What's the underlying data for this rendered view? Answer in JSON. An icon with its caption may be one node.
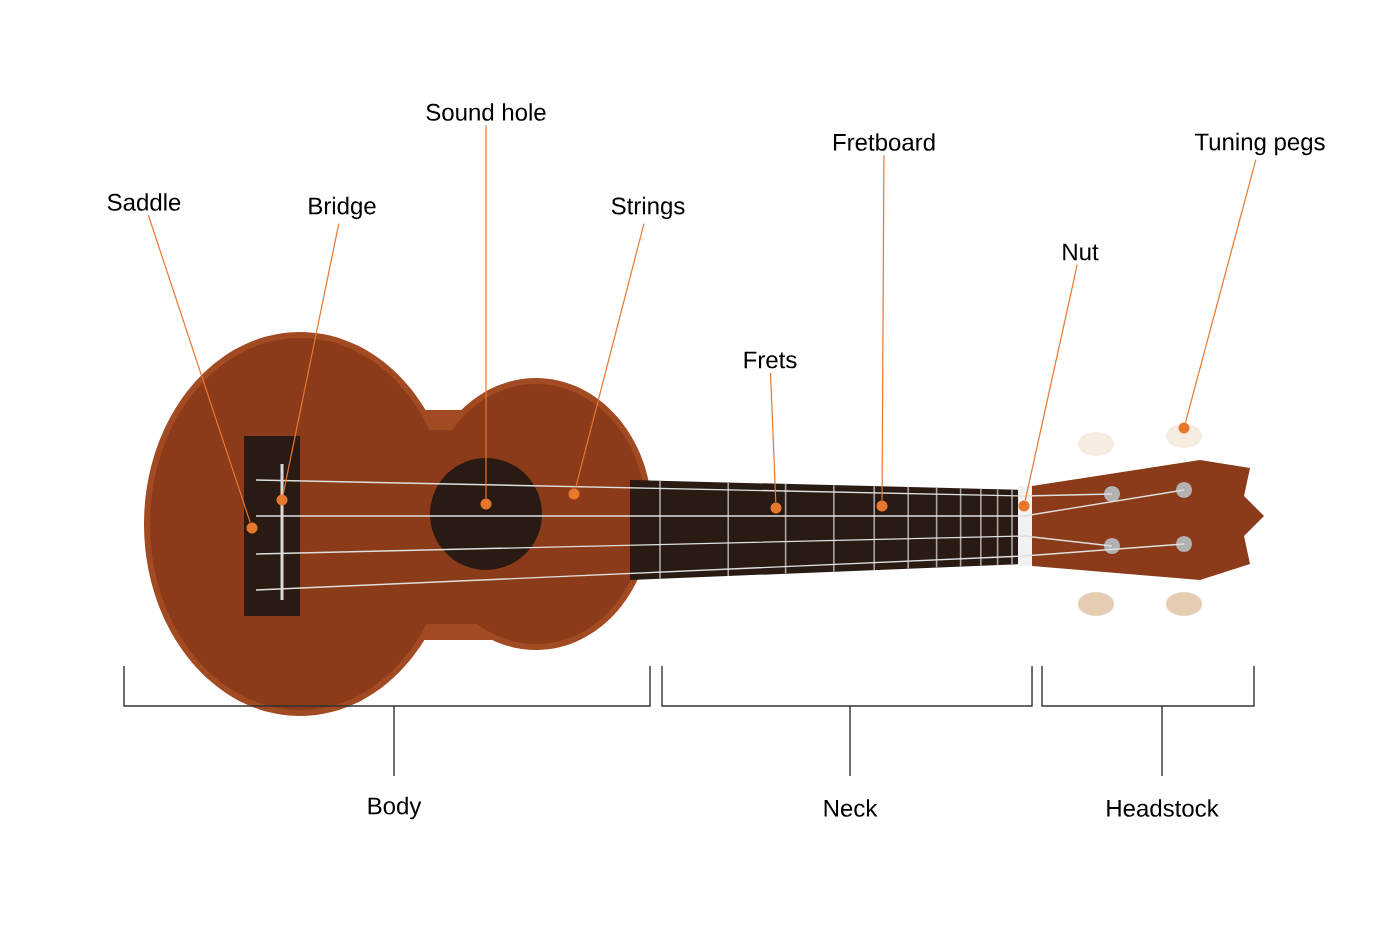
{
  "diagram": {
    "nodes": [
      {
        "text": [
          "Sound hole"
        ]
      },
      {
        "text": [
          "Fretboard"
        ]
      },
      {
        "text": [
          "Tuning pegs"
        ]
      },
      {
        "text": [
          "Saddle"
        ]
      },
      {
        "text": [
          "Bridge"
        ]
      },
      {
        "text": [
          "Strings"
        ]
      },
      {
        "text": [
          "Nut"
        ]
      },
      {
        "text": [
          "Frets"
        ]
      },
      {
        "text": [],
        "shape": "circle"
      },
      {
        "text": [],
        "shape": "circle"
      },
      {
        "text": [],
        "shape": "circle"
      },
      {
        "text": [],
        "shape": "circle"
      },
      {
        "text": [],
        "shape": "circle"
      },
      {
        "text": [],
        "shape": "circle"
      },
      {
        "text": [],
        "shape": "circle"
      },
      {
        "text": [],
        "shape": "circle"
      }
    ],
    "edges": [
      {
        "from": 0,
        "to": 10,
        "arrow": "none"
      },
      {
        "from": 1,
        "to": 13,
        "arrow": "none"
      },
      {
        "from": 2,
        "to": 15,
        "arrow": "none"
      },
      {
        "from": 3,
        "to": 8,
        "arrow": "none"
      },
      {
        "from": 4,
        "to": 9,
        "arrow": "none"
      },
      {
        "from": 5,
        "to": 11,
        "arrow": "none"
      },
      {
        "from": 6,
        "to": 14,
        "arrow": "none"
      },
      {
        "from": 7,
        "to": 12,
        "arrow": "none"
      }
    ],
    "labels": [
      "Body",
      "Neck",
      "Headstock"
    ]
  }
}
